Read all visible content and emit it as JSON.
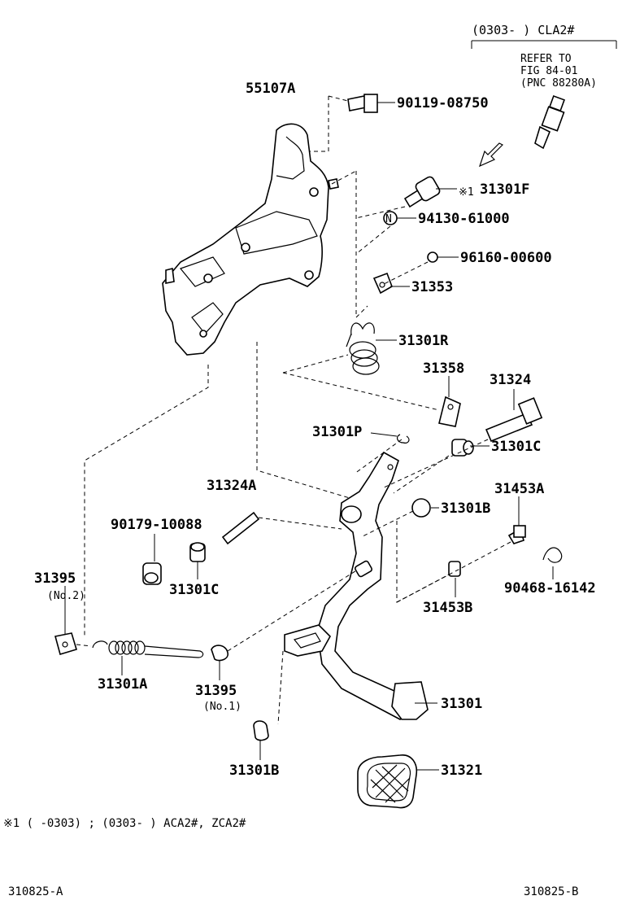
{
  "header": {
    "range_label": "(0303-      ) CLA2#",
    "refer_line1": "REFER TO",
    "refer_line2": "FIG 84-01",
    "refer_line3": "(PNC 88280A)"
  },
  "parts": {
    "p55107A": "55107A",
    "p90119_08750": "90119-08750",
    "p31301F": "31301F",
    "p31301F_mark": "※1",
    "p94130_61000": "94130-61000",
    "n_mark": "N",
    "p96160_00600": "96160-00600",
    "p31353": "31353",
    "p31301R": "31301R",
    "p31358": "31358",
    "p31324": "31324",
    "p31301P": "31301P",
    "p31301C_a": "31301C",
    "p31324A": "31324A",
    "p31453A": "31453A",
    "p90179_10088": "90179-10088",
    "p31301B_a": "31301B",
    "p31395_no2": "31395",
    "p31395_no2_sub": "(No.2)",
    "p31301C_b": "31301C",
    "p90468_16142": "90468-16142",
    "p31453B": "31453B",
    "p31301A": "31301A",
    "p31395_no1": "31395",
    "p31395_no1_sub": "(No.1)",
    "p31301": "31301",
    "p31301B_b": "31301B",
    "p31321": "31321"
  },
  "footnote": "※1 (      -0303) ; (0303-      ) ACA2#, ZCA2#",
  "footer": {
    "left_code": "310825-A",
    "right_code": "310825-B"
  }
}
